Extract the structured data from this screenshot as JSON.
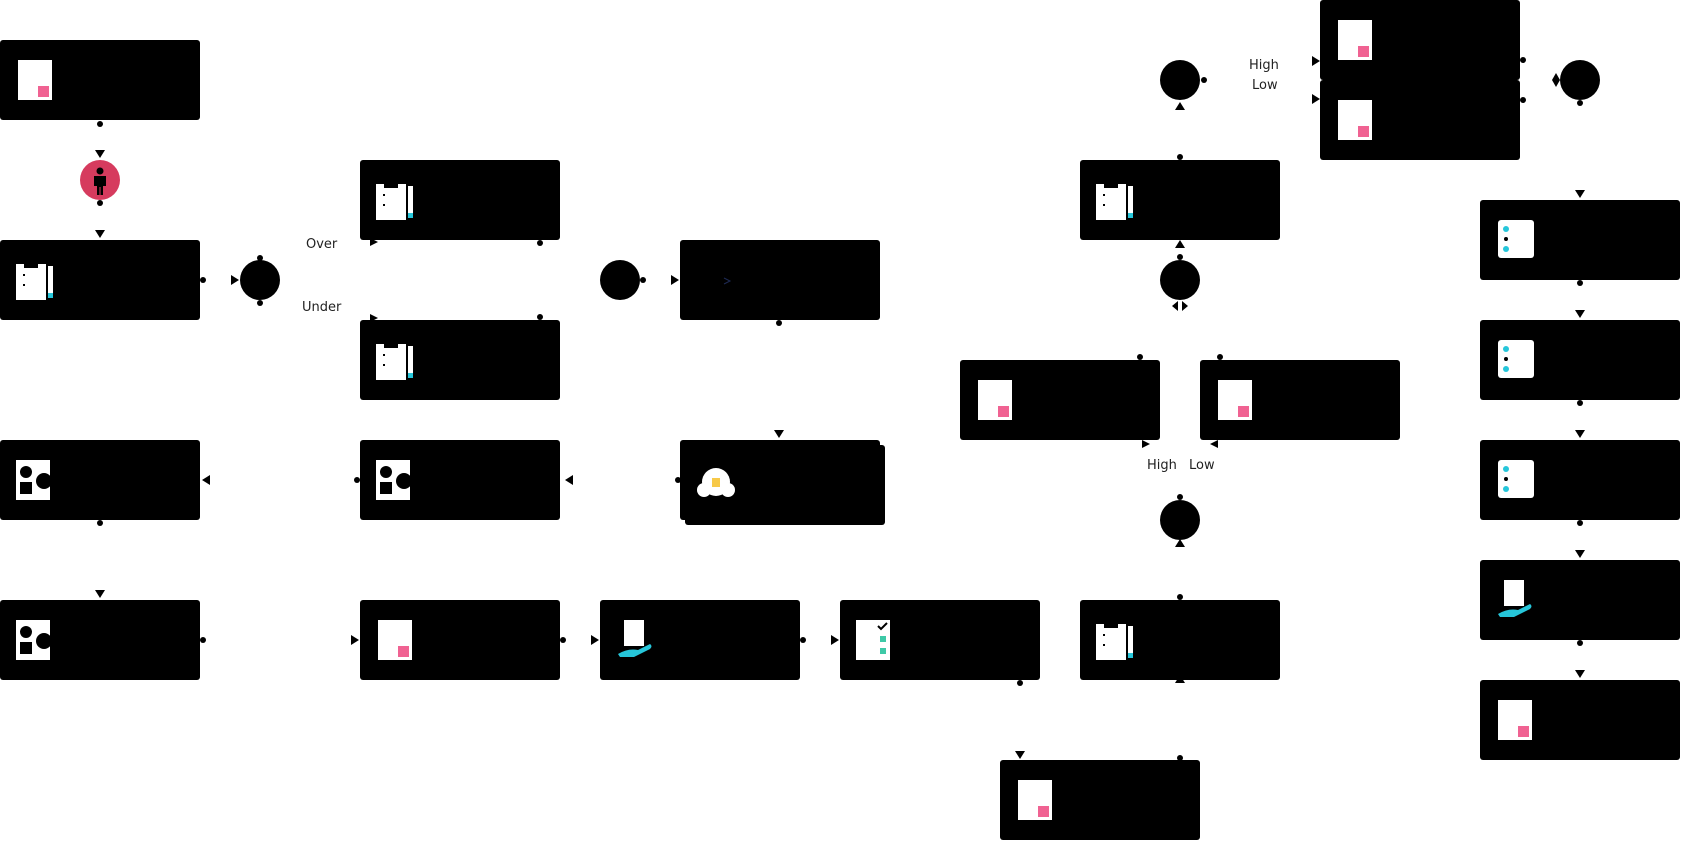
{
  "diagram": {
    "type": "process-flow",
    "colors": {
      "node_fill": "#000000",
      "accent_pink": "#f06292",
      "accent_cyan": "#26c6da",
      "start_red": "#d63b5e",
      "warning_yellow": "#f7c948",
      "check_green": "#3ec9a7"
    },
    "edge_labels": {
      "over": "Over",
      "under": "Under",
      "high_top": "High",
      "low_top": "Low",
      "high_mid": "High",
      "low_mid": "Low"
    },
    "icons": {
      "document": "document-icon",
      "clipboard": "clipboard-pencil-icon",
      "shapes": "shapes-icon",
      "hand": "hand-document-icon",
      "checklist": "checklist-icon",
      "list": "list-icon",
      "alert": "alert-bell-icon",
      "compare": "compare-icon",
      "person": "person-icon"
    }
  }
}
